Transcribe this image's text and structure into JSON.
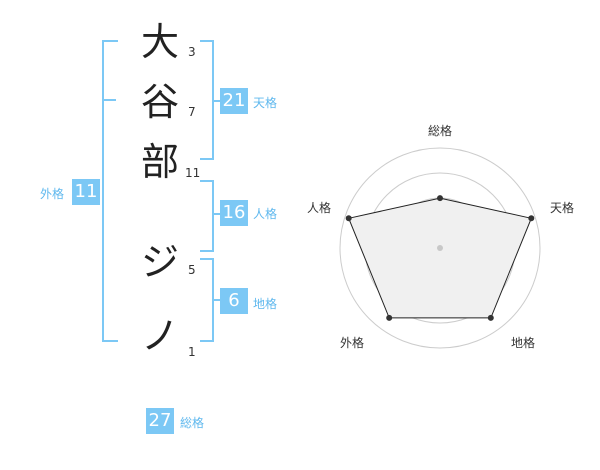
{
  "name_chars": [
    {
      "char": "大",
      "strokes": "3"
    },
    {
      "char": "谷",
      "strokes": "7"
    },
    {
      "char": "部",
      "strokes": "11"
    },
    {
      "char": "ジ",
      "strokes": "5"
    },
    {
      "char": "ノ",
      "strokes": "1"
    }
  ],
  "fortunes": {
    "tenkaku": {
      "value": "21",
      "label": "天格"
    },
    "jinkaku": {
      "value": "16",
      "label": "人格"
    },
    "chikaku": {
      "value": "6",
      "label": "地格"
    },
    "gaikaku": {
      "value": "11",
      "label": "外格"
    },
    "soukaku": {
      "value": "27",
      "label": "総格"
    }
  },
  "radar": {
    "labels": {
      "top": "総格",
      "right": "天格",
      "bottom_right": "地格",
      "bottom_left": "外格",
      "left": "人格"
    },
    "levels": 4,
    "values": [
      0.52,
      1.0,
      0.9,
      0.9,
      1.0
    ]
  },
  "colors": {
    "accent": "#7cc8f5",
    "accent_text": "#5fb8ee",
    "radar_fill": "#f0f0f0",
    "radar_line": "#222222",
    "grid": "#cccccc"
  }
}
